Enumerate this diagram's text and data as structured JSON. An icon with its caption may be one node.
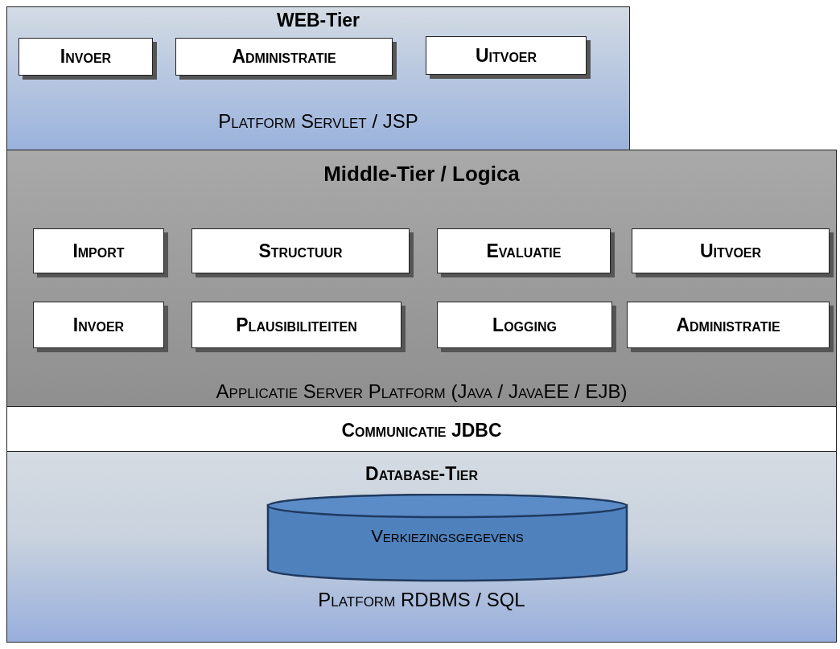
{
  "diagram": {
    "nodes": [
      {
        "text": [
          "WEB-Tier",
          "Platform Servlet / JSP"
        ]
      },
      {
        "text": [
          "Invoer"
        ],
        "in": 0
      },
      {
        "text": [
          "Administratie"
        ],
        "in": 0
      },
      {
        "text": [
          "Uitvoer"
        ],
        "in": 0
      },
      {
        "text": [
          "Middle-Tier / Logica",
          "Applicatie Server Platform (Java / JavaEE / EJB)"
        ]
      },
      {
        "text": [
          "Import"
        ],
        "in": 4
      },
      {
        "text": [
          "Structuur"
        ],
        "in": 4
      },
      {
        "text": [
          "Evaluatie"
        ],
        "in": 4
      },
      {
        "text": [
          "Uitvoer"
        ],
        "in": 4
      },
      {
        "text": [
          "Invoer"
        ],
        "in": 4
      },
      {
        "text": [
          "Plausibiliteiten"
        ],
        "in": 4
      },
      {
        "text": [
          "Logging"
        ],
        "in": 4
      },
      {
        "text": [
          "Administratie"
        ],
        "in": 4
      },
      {
        "text": [
          "Communicatie JDBC"
        ]
      },
      {
        "text": [
          "Database-Tier",
          "Platform RDBMS / SQL"
        ]
      },
      {
        "text": [
          "Verkiezingsgegevens"
        ],
        "in": 14
      }
    ]
  }
}
